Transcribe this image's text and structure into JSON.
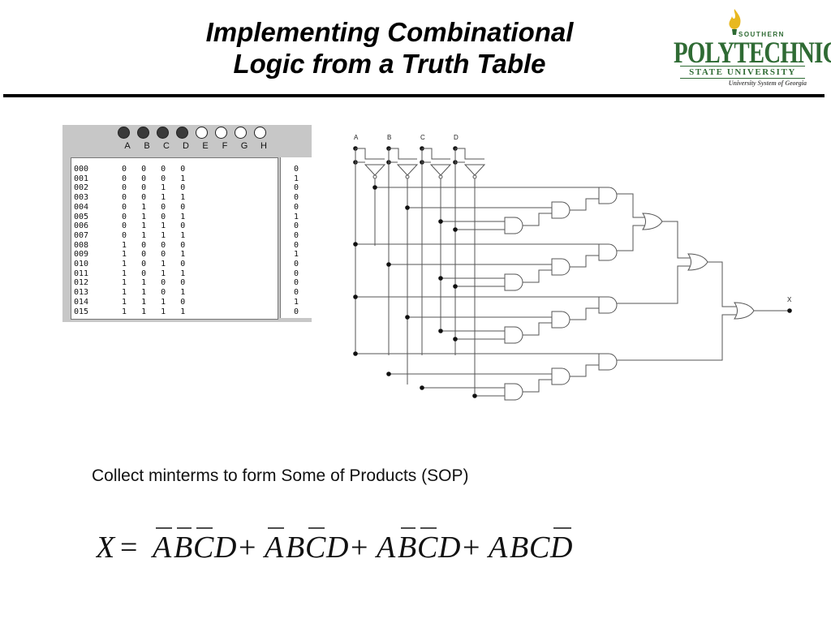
{
  "slide": {
    "title_line1": "Implementing Combinational",
    "title_line2": "Logic from a Truth Table",
    "caption": "Collect minterms to form Some of Products (SOP)"
  },
  "logo": {
    "southern": "SOUTHERN",
    "polytechnic": "POLYTECHNIC",
    "state_university": "STATE UNIVERSITY",
    "system": "University System of Georgia",
    "color": "#2f6b34",
    "flame_color": "#e8b820"
  },
  "truth_table": {
    "lamps": [
      {
        "label": "A",
        "state": "on"
      },
      {
        "label": "B",
        "state": "on"
      },
      {
        "label": "C",
        "state": "on"
      },
      {
        "label": "D",
        "state": "on"
      },
      {
        "label": "E",
        "state": "off"
      },
      {
        "label": "F",
        "state": "off"
      },
      {
        "label": "G",
        "state": "off"
      },
      {
        "label": "H",
        "state": "off"
      }
    ],
    "rows": [
      {
        "index": "000",
        "inputs": "0 0 0 0",
        "output": "0"
      },
      {
        "index": "001",
        "inputs": "0 0 0 1",
        "output": "1"
      },
      {
        "index": "002",
        "inputs": "0 0 1 0",
        "output": "0"
      },
      {
        "index": "003",
        "inputs": "0 0 1 1",
        "output": "0"
      },
      {
        "index": "004",
        "inputs": "0 1 0 0",
        "output": "0"
      },
      {
        "index": "005",
        "inputs": "0 1 0 1",
        "output": "1"
      },
      {
        "index": "006",
        "inputs": "0 1 1 0",
        "output": "0"
      },
      {
        "index": "007",
        "inputs": "0 1 1 1",
        "output": "0"
      },
      {
        "index": "008",
        "inputs": "1 0 0 0",
        "output": "0"
      },
      {
        "index": "009",
        "inputs": "1 0 0 1",
        "output": "1"
      },
      {
        "index": "010",
        "inputs": "1 0 1 0",
        "output": "0"
      },
      {
        "index": "011",
        "inputs": "1 0 1 1",
        "output": "0"
      },
      {
        "index": "012",
        "inputs": "1 1 0 0",
        "output": "0"
      },
      {
        "index": "013",
        "inputs": "1 1 0 1",
        "output": "0"
      },
      {
        "index": "014",
        "inputs": "1 1 1 0",
        "output": "1"
      },
      {
        "index": "015",
        "inputs": "1 1 1 1",
        "output": "0"
      }
    ]
  },
  "circuit": {
    "inputs": [
      "A",
      "B",
      "C",
      "D"
    ],
    "output": "X"
  },
  "equation": {
    "lhs": "X",
    "equals": "=",
    "plus": "+",
    "terms": [
      [
        {
          "v": "A",
          "bar": true
        },
        {
          "v": "B",
          "bar": true
        },
        {
          "v": "C",
          "bar": true
        },
        {
          "v": "D",
          "bar": false
        }
      ],
      [
        {
          "v": "A",
          "bar": true
        },
        {
          "v": "B",
          "bar": false
        },
        {
          "v": "C",
          "bar": true
        },
        {
          "v": "D",
          "bar": false
        }
      ],
      [
        {
          "v": "A",
          "bar": false
        },
        {
          "v": "B",
          "bar": true
        },
        {
          "v": "C",
          "bar": true
        },
        {
          "v": "D",
          "bar": false
        }
      ],
      [
        {
          "v": "A",
          "bar": false
        },
        {
          "v": "B",
          "bar": false
        },
        {
          "v": "C",
          "bar": false
        },
        {
          "v": "D",
          "bar": true
        }
      ]
    ]
  }
}
